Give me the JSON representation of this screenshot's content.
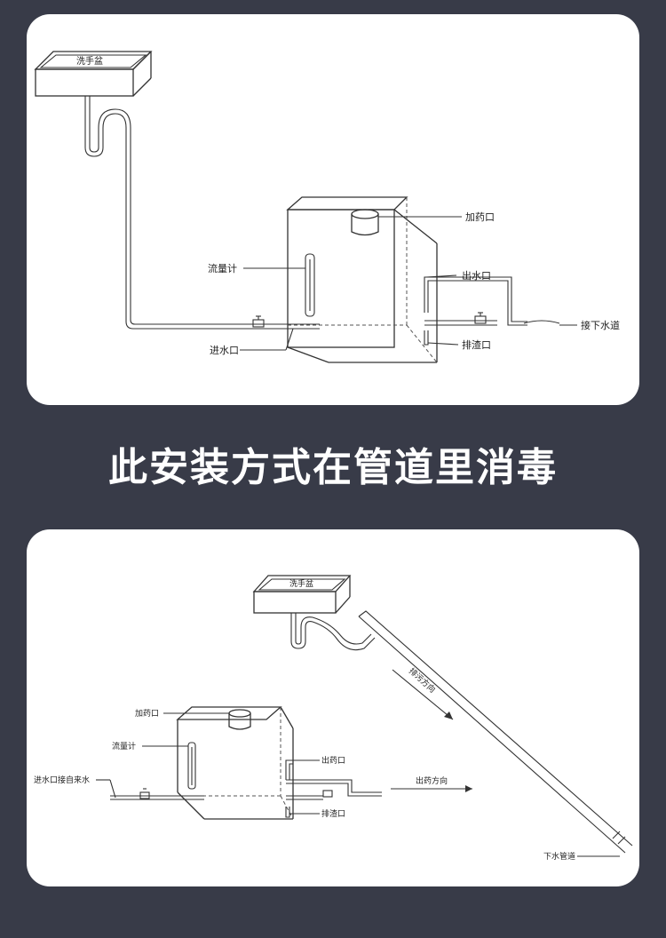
{
  "headline": "此安装方式在管道里消毒",
  "diagram_top": {
    "basin": "洗手盆",
    "dosing_port": "加药口",
    "flow_meter": "流量计",
    "water_outlet": "出水口",
    "sewer_connection": "接下水道",
    "water_inlet": "进水口",
    "drain_port": "排渣口"
  },
  "diagram_bottom": {
    "basin": "洗手盆",
    "dosing_port": "加药口",
    "flow_meter": "流量计",
    "outlet": "出药口",
    "inlet_tap": "进水口接自来水",
    "dosing_direction": "出药方向",
    "drain_port": "排渣口",
    "sewage_direction": "排污方向",
    "sewer_pipe": "下水管道"
  }
}
